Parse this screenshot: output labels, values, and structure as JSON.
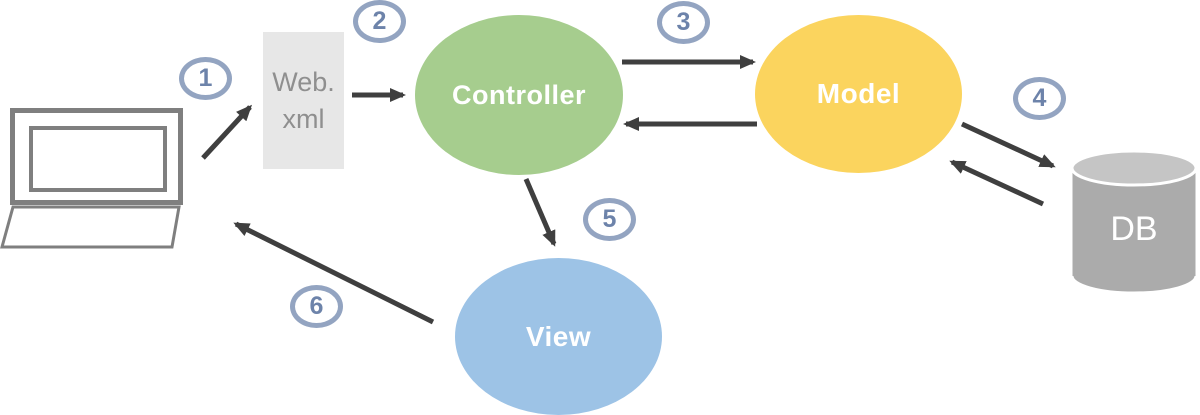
{
  "diagram_name": "mvc-web-architecture-flow",
  "colors": {
    "background": "#ffffff",
    "controller_fill": "#a6cd8e",
    "model_fill": "#fbd45e",
    "view_fill": "#9dc3e6",
    "webxml_fill": "#e7e7e7",
    "webxml_text": "#8f8f8f",
    "db_body_fill": "#ababab",
    "db_top_fill": "#c5c5c5",
    "db_outline": "#ffffff",
    "node_label_text": "#ffffff",
    "arrow": "#3f3f3f",
    "badge_border": "#93a4c1",
    "badge_text": "#6d83aa",
    "badge_fill": "#ffffff",
    "laptop_stroke": "#7f7f7f",
    "laptop_fill": "#ffffff"
  },
  "nodes": {
    "client": {
      "icon": "laptop-icon"
    },
    "webxml": {
      "line1": "Web.",
      "line2": "xml"
    },
    "controller": {
      "label": "Controller"
    },
    "model": {
      "label": "Model"
    },
    "view": {
      "label": "View"
    },
    "db": {
      "label": "DB",
      "icon": "database-cylinder-icon"
    }
  },
  "badges": [
    {
      "label": "1"
    },
    {
      "label": "2"
    },
    {
      "label": "3"
    },
    {
      "label": "4"
    },
    {
      "label": "5"
    },
    {
      "label": "6"
    }
  ],
  "arrows": [
    {
      "name": "client-to-webxml"
    },
    {
      "name": "webxml-to-controller"
    },
    {
      "name": "controller-to-model"
    },
    {
      "name": "model-to-controller"
    },
    {
      "name": "model-to-db"
    },
    {
      "name": "db-to-model"
    },
    {
      "name": "controller-to-view"
    },
    {
      "name": "view-to-client"
    }
  ]
}
